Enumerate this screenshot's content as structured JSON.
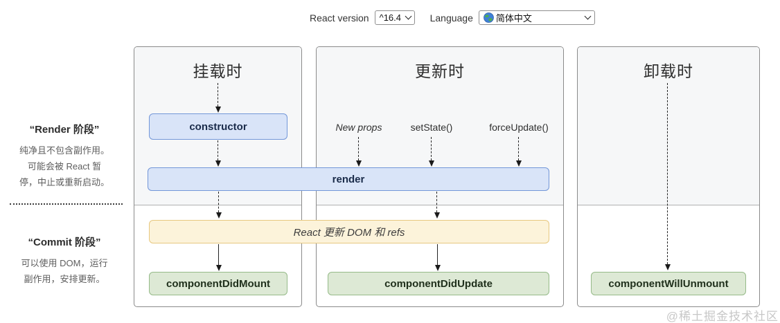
{
  "toolbar": {
    "react_version_label": "React version",
    "react_version_value": "^16.4",
    "language_label": "Language",
    "language_value": "简体中文"
  },
  "sidebar": {
    "render_phase": {
      "title": "“Render 阶段”",
      "lines": [
        "纯净且不包含副作用。",
        "可能会被 React 暂",
        "停，中止或重新启动。"
      ]
    },
    "commit_phase": {
      "title": "“Commit 阶段”",
      "lines": [
        "可以使用 DOM，运行",
        "副作用，安排更新。"
      ]
    }
  },
  "columns": [
    {
      "title": "挂载时"
    },
    {
      "title": "更新时"
    },
    {
      "title": "卸载时"
    }
  ],
  "triggers": [
    "New props",
    "setState()",
    "forceUpdate()"
  ],
  "boxes": {
    "constructor": "constructor",
    "render": "render",
    "dom_update": "React 更新 DOM 和 refs",
    "did_mount": "componentDidMount",
    "did_update": "componentDidUpdate",
    "will_unmount": "componentWillUnmount"
  },
  "watermark": "@稀土掘金技术社区",
  "colors": {
    "lifecycle_blue_bg": "#d9e4f8",
    "lifecycle_blue_border": "#7296d8",
    "dom_yellow_bg": "#fcf3da",
    "dom_yellow_border": "#e7c87f",
    "commit_green_bg": "#dde9d5",
    "commit_green_border": "#95ba88",
    "panel_border": "#8a8a8a",
    "render_zone_bg": "#f6f7f8"
  }
}
